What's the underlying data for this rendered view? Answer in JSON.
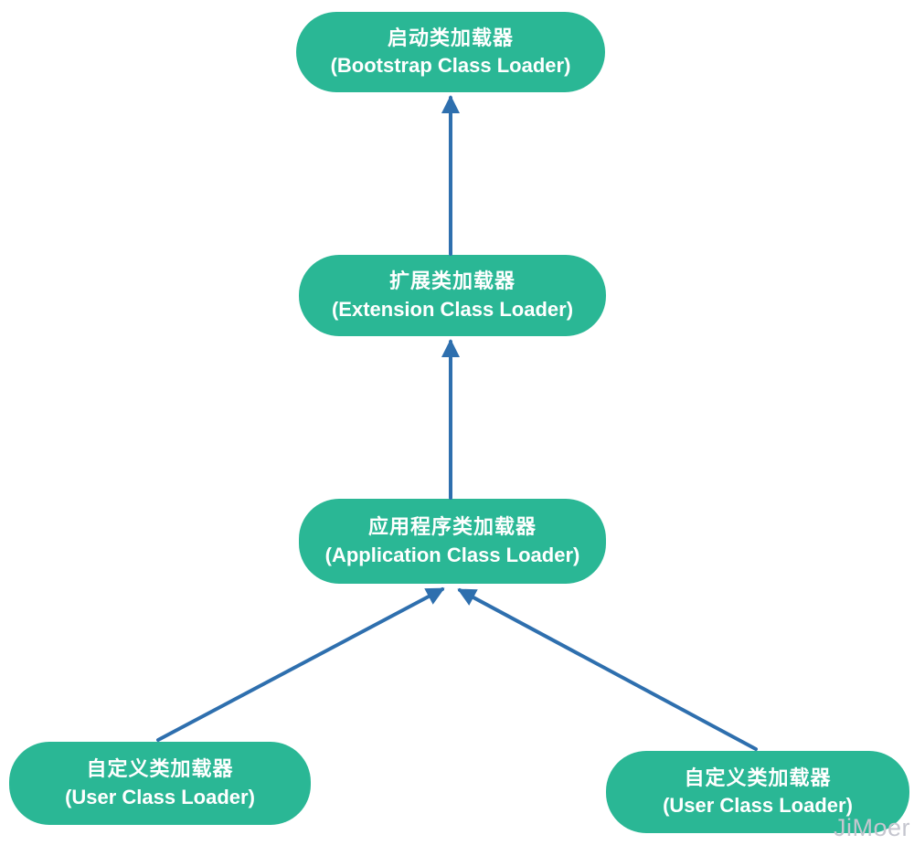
{
  "diagram": {
    "title_semantic": "java-classloader-hierarchy",
    "colors": {
      "node_fill": "#2ab795",
      "node_text": "#ffffff",
      "arrow": "#2e6fae",
      "background": "#ffffff",
      "watermark": "#c5c6cf"
    },
    "nodes": [
      {
        "id": "bootstrap",
        "zh": "启动类加载器",
        "en": "(Bootstrap Class Loader)"
      },
      {
        "id": "extension",
        "zh": "扩展类加载器",
        "en": "(Extension Class Loader)"
      },
      {
        "id": "application",
        "zh": "应用程序类加载器",
        "en": "(Application Class Loader)"
      },
      {
        "id": "user-left",
        "zh": "自定义类加载器",
        "en": "(User Class Loader)"
      },
      {
        "id": "user-right",
        "zh": "自定义类加载器",
        "en": "(User Class Loader)"
      }
    ],
    "edges": [
      {
        "from": "extension",
        "to": "bootstrap",
        "direction": "up"
      },
      {
        "from": "application",
        "to": "extension",
        "direction": "up"
      },
      {
        "from": "user-left",
        "to": "application",
        "direction": "up-right"
      },
      {
        "from": "user-right",
        "to": "application",
        "direction": "up-left"
      }
    ]
  },
  "watermark": {
    "text": "JiMoer"
  }
}
